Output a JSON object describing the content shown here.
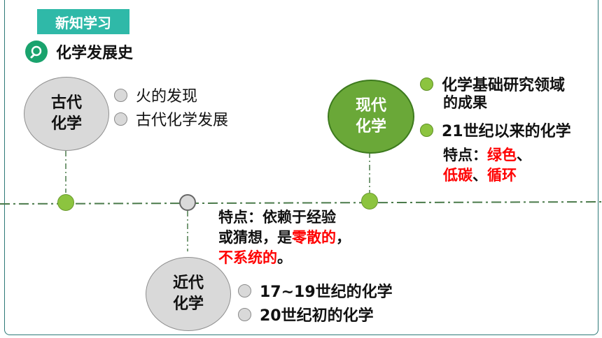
{
  "header": {
    "tag": "新知学习",
    "title": "化学发展史"
  },
  "ancient": {
    "label_line1": "古代",
    "label_line2": "化学",
    "items": [
      "火的发现",
      "古代化学发展"
    ]
  },
  "modern": {
    "label_line1": "现代",
    "label_line2": "化学",
    "item1_line1": "化学基础研究领域",
    "item1_line2": "的成果",
    "item2": "21世纪以来的化学",
    "feature_prefix": "特点：",
    "feature_green": "绿色",
    "sep1": "、",
    "feature_lowcarbon": "低碳",
    "sep2": "、",
    "feature_cycle": "循环"
  },
  "recent": {
    "label_line1": "近代",
    "label_line2": "化学",
    "feature_line1": "特点：依赖于经验",
    "feature_line2_plain": "或猜想，是",
    "feature_line2_red": "零散的",
    "feature_line2_end": "，",
    "feature_line3_red": "不系统的",
    "feature_line3_end": "。",
    "items": [
      "17~19世纪的化学",
      "20世纪初的化学"
    ]
  },
  "colors": {
    "teal": "#2fb9a8",
    "green": "#6aa838",
    "red": "#ff0000",
    "gray": "#d9d9d9"
  }
}
